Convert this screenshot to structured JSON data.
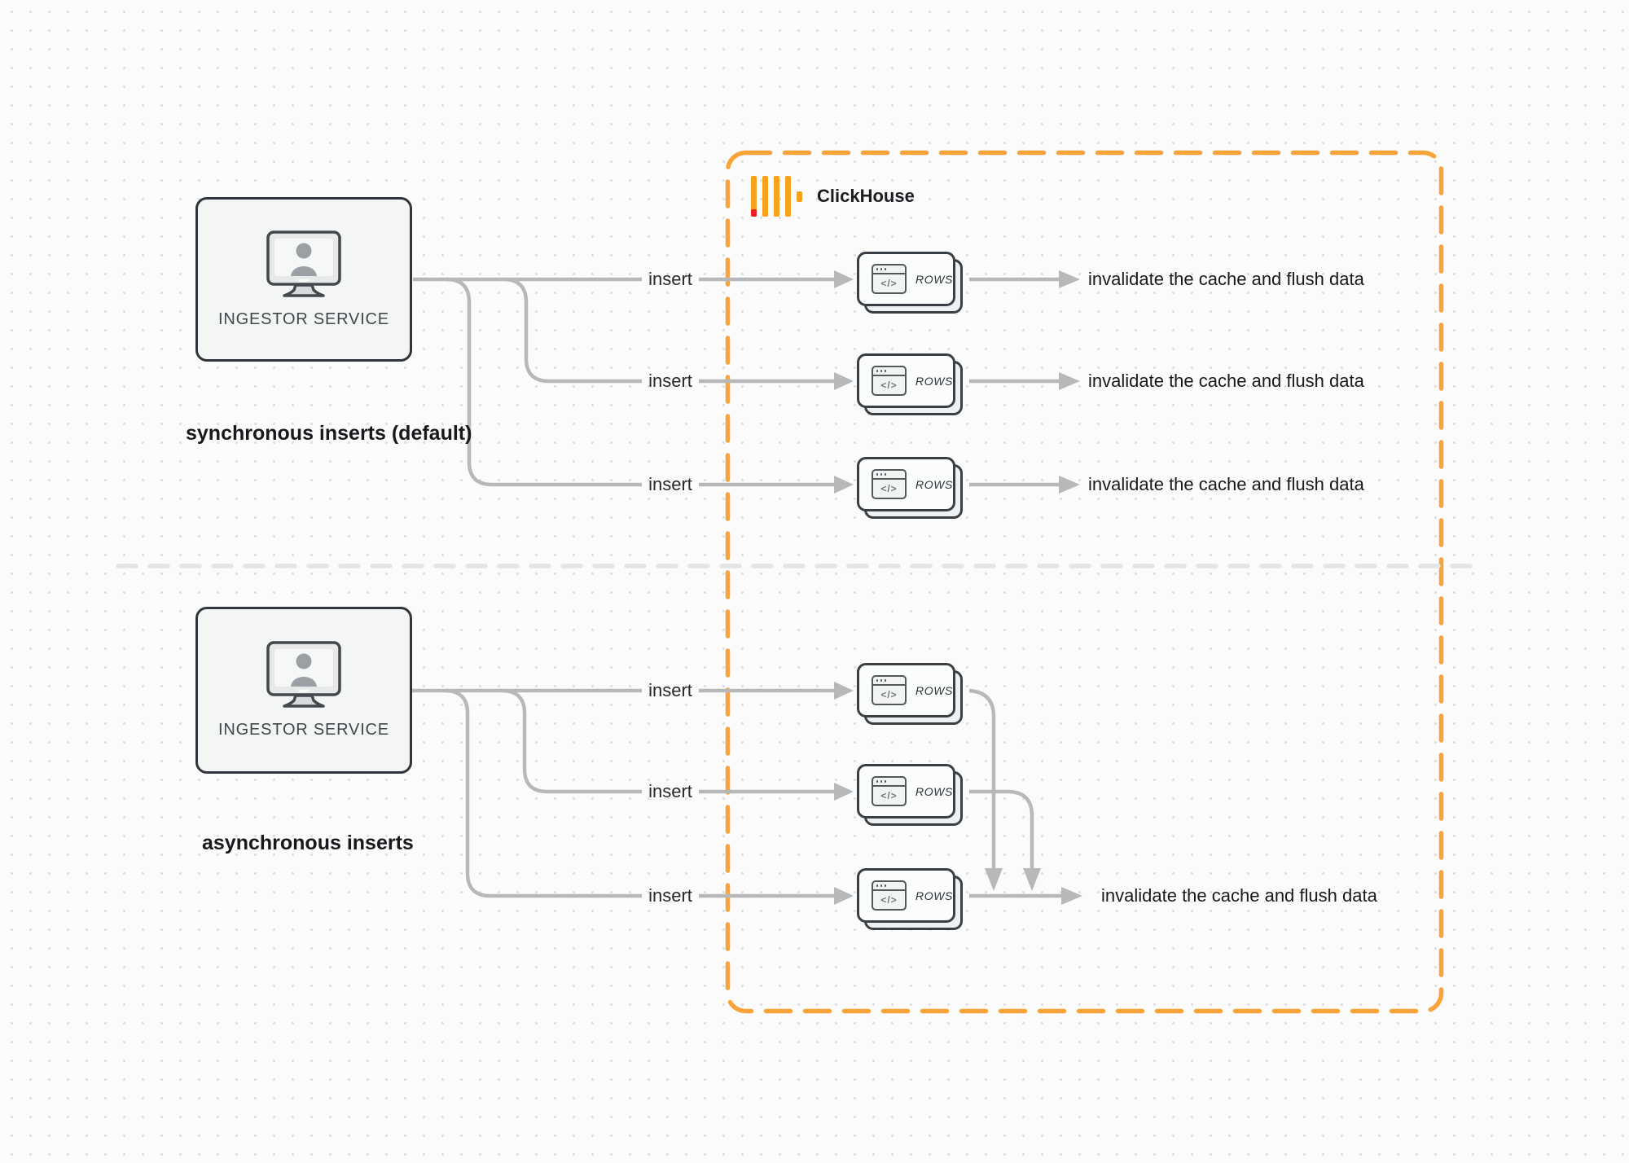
{
  "diagram": {
    "clickhouse": {
      "label": "ClickHouse"
    },
    "sync": {
      "service_label": "INGESTOR SERVICE",
      "caption": "synchronous inserts (default)"
    },
    "async": {
      "service_label": "INGESTOR SERVICE",
      "caption": "asynchronous inserts"
    },
    "labels": {
      "insert": "insert",
      "rows": "ROWS",
      "code_glyph": "</>",
      "invalidate": "invalidate the cache and flush data"
    },
    "colors": {
      "accent_orange": "#F9A43B",
      "logo_amber": "#F6A21B",
      "logo_red": "#EB1E25",
      "line_gray": "#B6B8BA",
      "divider_gray": "#E3E5E6",
      "text_dark": "#17191C"
    }
  }
}
